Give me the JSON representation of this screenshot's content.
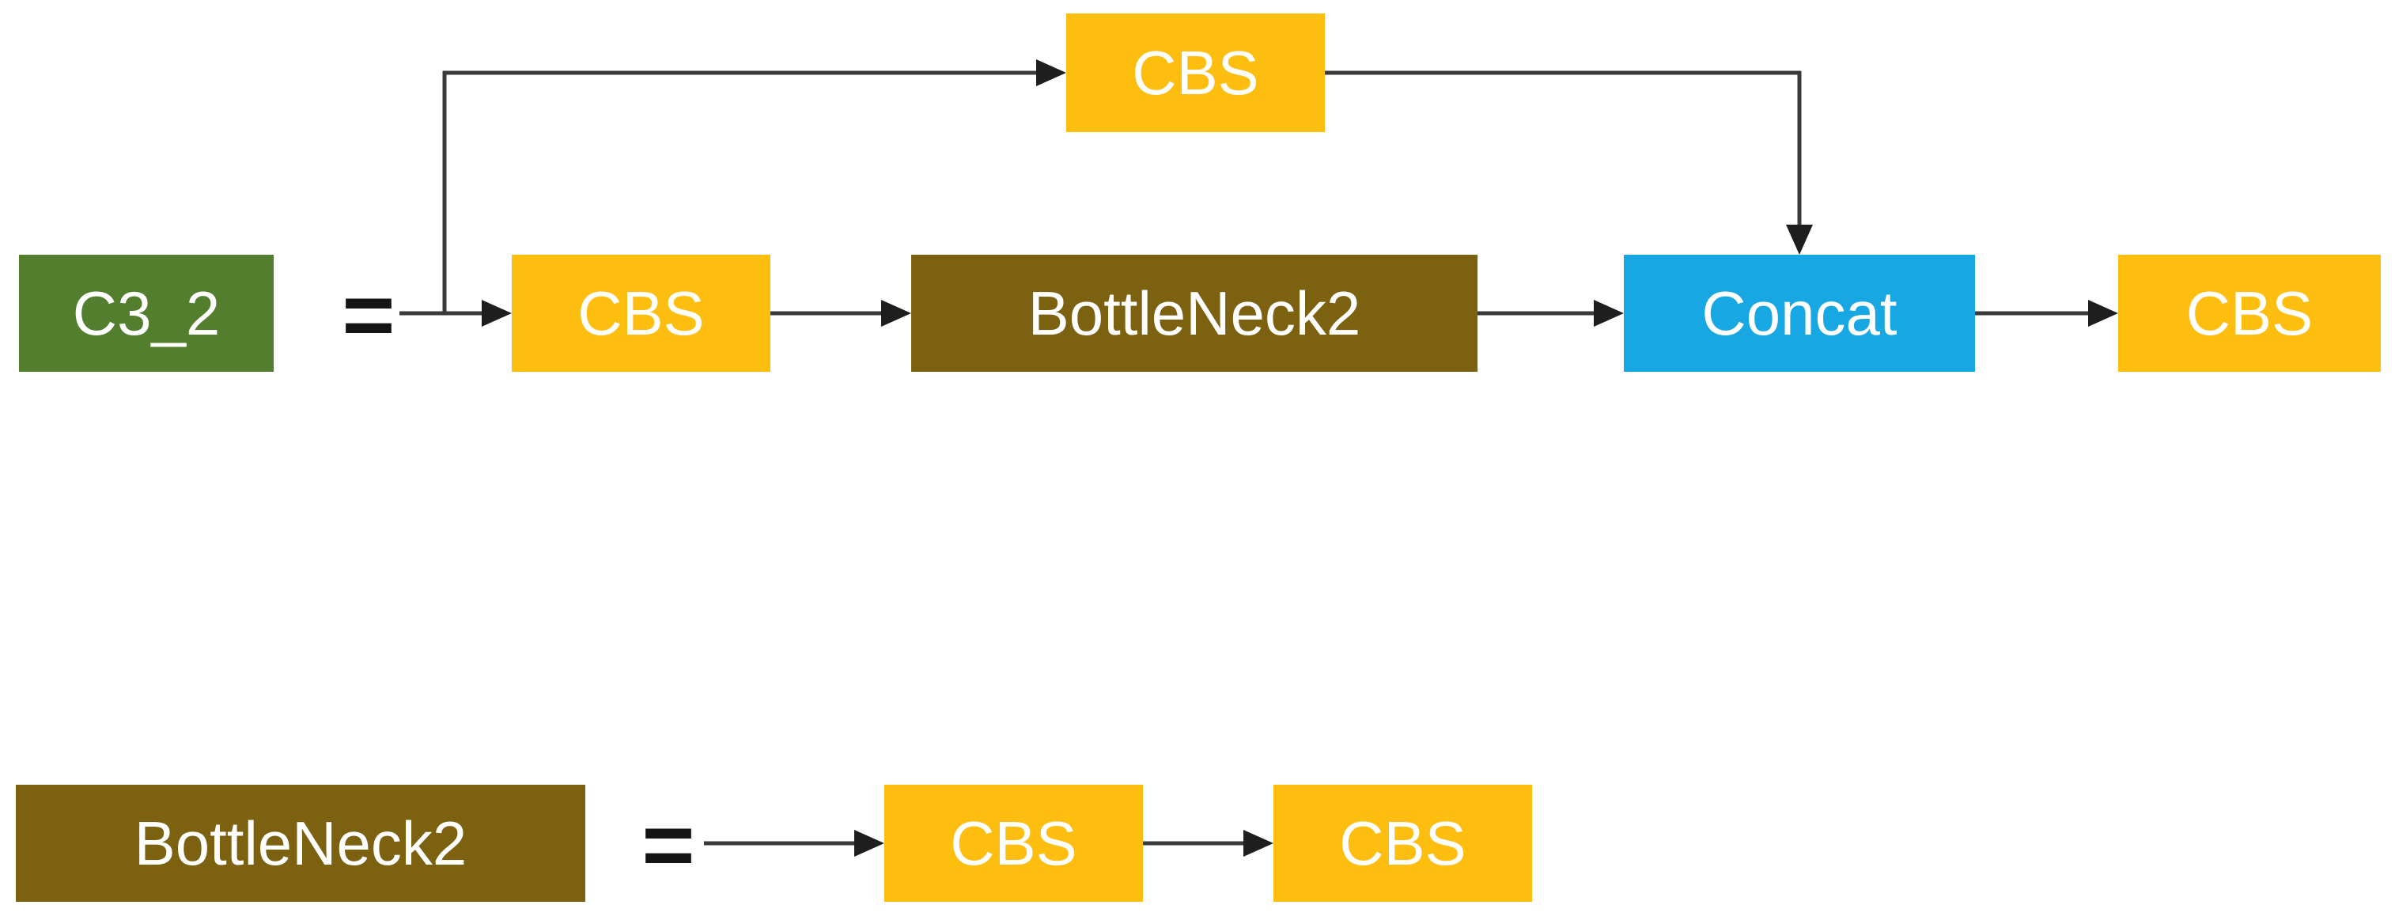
{
  "diagram": {
    "background_color": "#FFFFFF",
    "label_text_color": "#FFFFFF",
    "equals_color": "#141414",
    "connector": {
      "line_color": "#3A3A3A",
      "arrowhead_color": "#1E1E1E"
    },
    "palette": {
      "cbs_yellow": "#FDBE10",
      "c3_green": "#527E2D",
      "bottleneck_brown": "#7C6210",
      "concat_blue": "#17A8E3"
    },
    "equation_c3_2": {
      "lhs": {
        "label": "C3_2",
        "color": "#527E2D"
      },
      "operator": "=",
      "rhs": {
        "cbs_top_branch": {
          "label": "CBS",
          "color": "#FDBE10"
        },
        "cbs_in": {
          "label": "CBS",
          "color": "#FDBE10"
        },
        "bottleneck": {
          "label": "BottleNeck2",
          "color": "#7C6210"
        },
        "concat": {
          "label": "Concat",
          "color": "#17A8E3"
        },
        "cbs_out": {
          "label": "CBS",
          "color": "#FDBE10"
        }
      }
    },
    "equation_bottleneck2": {
      "lhs": {
        "label": "BottleNeck2",
        "color": "#7C6210"
      },
      "operator": "=",
      "rhs": {
        "cbs_1": {
          "label": "CBS",
          "color": "#FDBE10"
        },
        "cbs_2": {
          "label": "CBS",
          "color": "#FDBE10"
        }
      }
    }
  }
}
